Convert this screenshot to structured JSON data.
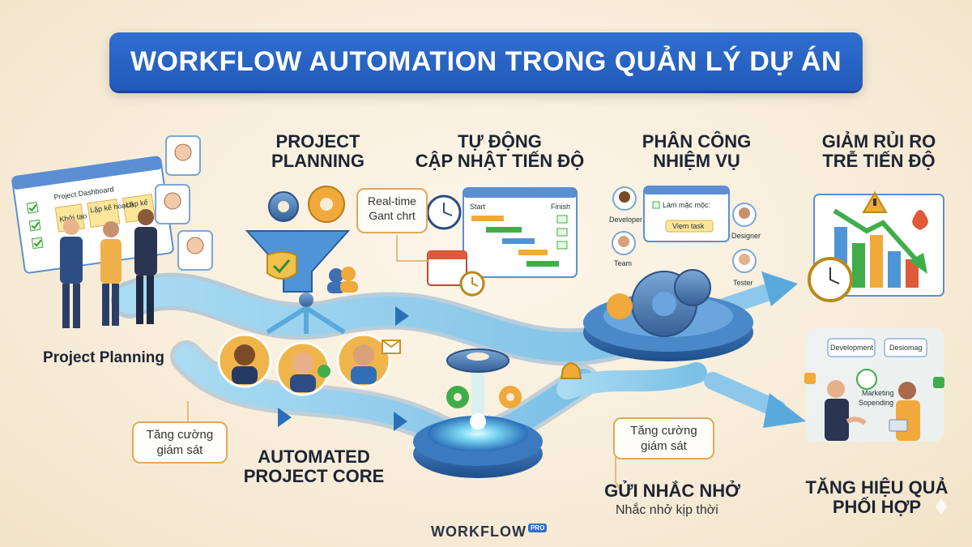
{
  "title": "WORKFLOW AUTOMATION TRONG QUẢN LÝ DỰ ÁN",
  "stages": {
    "planning_left": "Project Planning",
    "planning_top_line1": "PROJECT",
    "planning_top_line2": "PLANNING",
    "auto_update_line1": "TỰ ĐỘNG",
    "auto_update_line2": "CẬP NHẬT TIẾN ĐỘ",
    "assign_line1": "PHÂN CÔNG",
    "assign_line2": "NHIỆM VỤ",
    "risk_line1": "GIẢM RỦI RO",
    "risk_line2": "TRỄ TIẾN ĐỘ",
    "core_line1": "AUTOMATED",
    "core_line2": "PROJECT CORE",
    "reminder_title": "GỬI NHẮC NHỞ",
    "reminder_sub": "Nhắc nhở kịp thời",
    "collab_line1": "TĂNG HIỆU QUẢ",
    "collab_line2": "PHỐI HỢP"
  },
  "callouts": {
    "monitor_left_line1": "Tăng cường",
    "monitor_left_line2": "giám sát",
    "monitor_right_line1": "Tăng cường",
    "monitor_right_line2": "giám sát",
    "gantt_line1": "Real-time",
    "gantt_line2": "Gant chrt"
  },
  "dashboard": {
    "title": "Project Dashboard",
    "col1": "Khởi tạo",
    "col2": "Lập kế hoạch",
    "col3": "Lập kế"
  },
  "gantt": {
    "start": "Start",
    "finish": "Finish"
  },
  "assign_panel": {
    "header": "Làm mặc mộc:",
    "button": "Viẹm task",
    "role_developer": "Developer",
    "role_team": "Team",
    "role_designer": "Designer",
    "role_tester": "Tester"
  },
  "collab_board": {
    "card1": "Development",
    "card2": "Desiomag",
    "card3": "Marketing",
    "card4": "Sopending"
  },
  "logo": {
    "main": "WORKFLOW",
    "badge": "PRO"
  },
  "colors": {
    "banner": "#2f6fd0",
    "path": "#8cc8ea",
    "path_edge": "#3f87c8",
    "callout_border": "#e0a85a",
    "background": "#f7ecd8"
  }
}
